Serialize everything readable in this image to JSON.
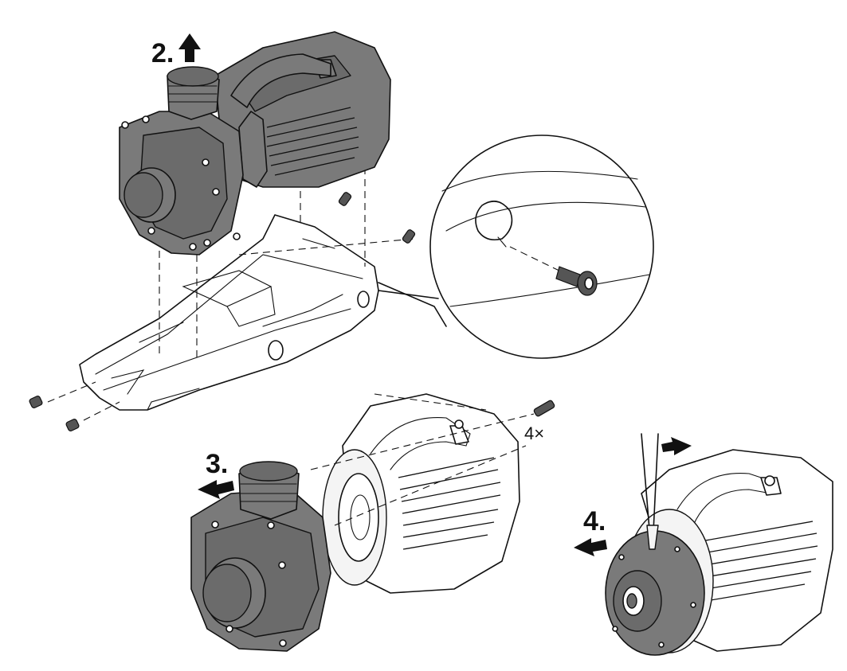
{
  "steps": [
    {
      "id": "2",
      "label": "2."
    },
    {
      "id": "3",
      "label": "3."
    },
    {
      "id": "4",
      "label": "4."
    }
  ],
  "screw_count_label": "4×",
  "colors": {
    "pump_housing_dark": "#7a7a7a",
    "line": "#111111",
    "background": "#ffffff"
  },
  "icons": [
    "arrow-up-icon",
    "arrow-left-icon",
    "arrow-right-icon",
    "screw-icon",
    "detail-magnifier"
  ]
}
